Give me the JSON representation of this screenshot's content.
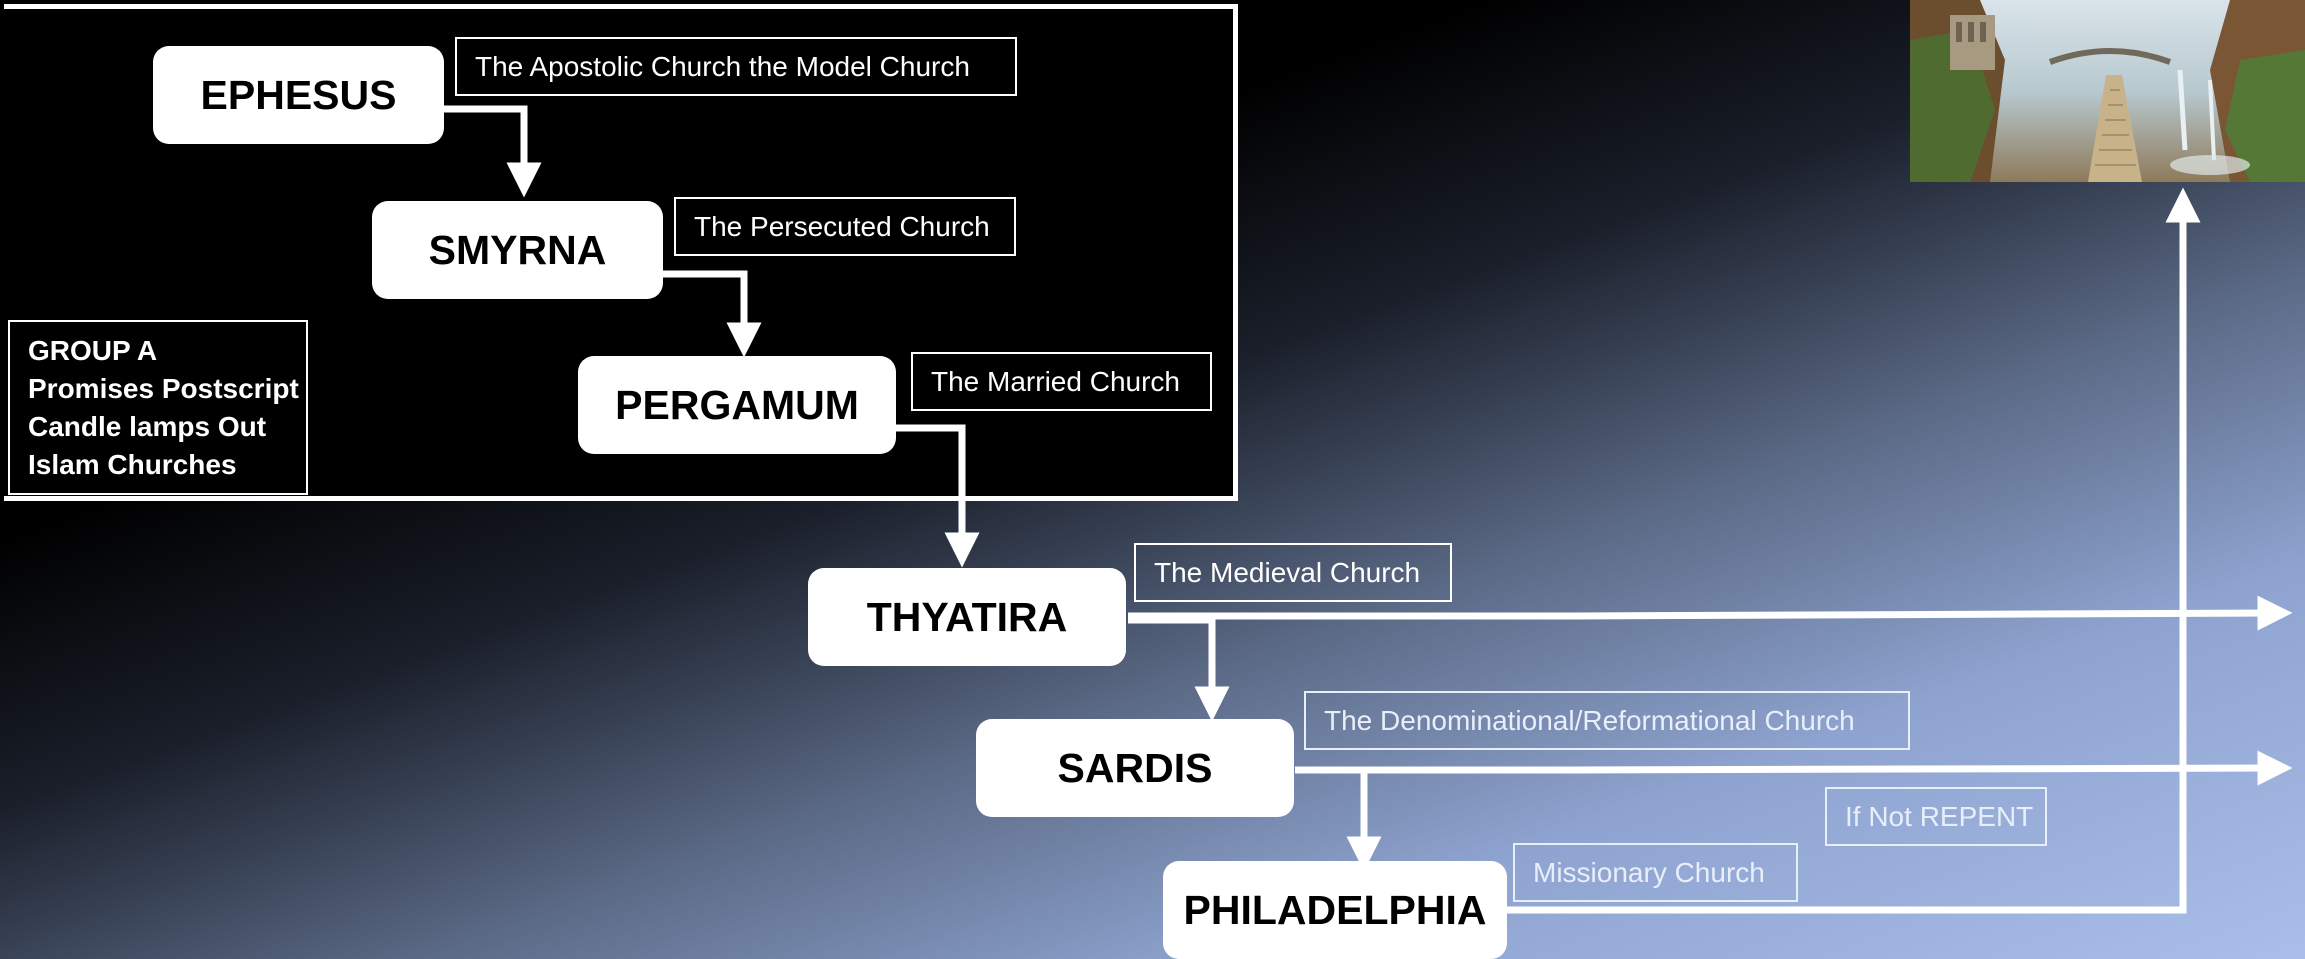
{
  "group": {
    "lines": [
      "GROUP A",
      "Promises Postscript",
      "Candle lamps Out",
      "Islam Churches"
    ]
  },
  "churches": [
    {
      "name": "EPHESUS",
      "description": "The Apostolic Church the Model Church"
    },
    {
      "name": "SMYRNA",
      "description": "The Persecuted Church"
    },
    {
      "name": "PERGAMUM",
      "description": "The Married Church"
    },
    {
      "name": "THYATIRA",
      "description": "The Medieval Church"
    },
    {
      "name": "SARDIS",
      "description": "The Denominational/Reformational Church"
    },
    {
      "name": "PHILADELPHIA",
      "description": "Missionary Church"
    }
  ],
  "annotations": {
    "repent": "If Not REPENT"
  },
  "image": {
    "subject": "fantasy landscape with stone stairway, bridge and waterfalls"
  },
  "colors": {
    "node_fill": "#ffffff",
    "line": "#ffffff",
    "frame_bg": "#000000",
    "gradient_end": "#a9bfe9"
  }
}
